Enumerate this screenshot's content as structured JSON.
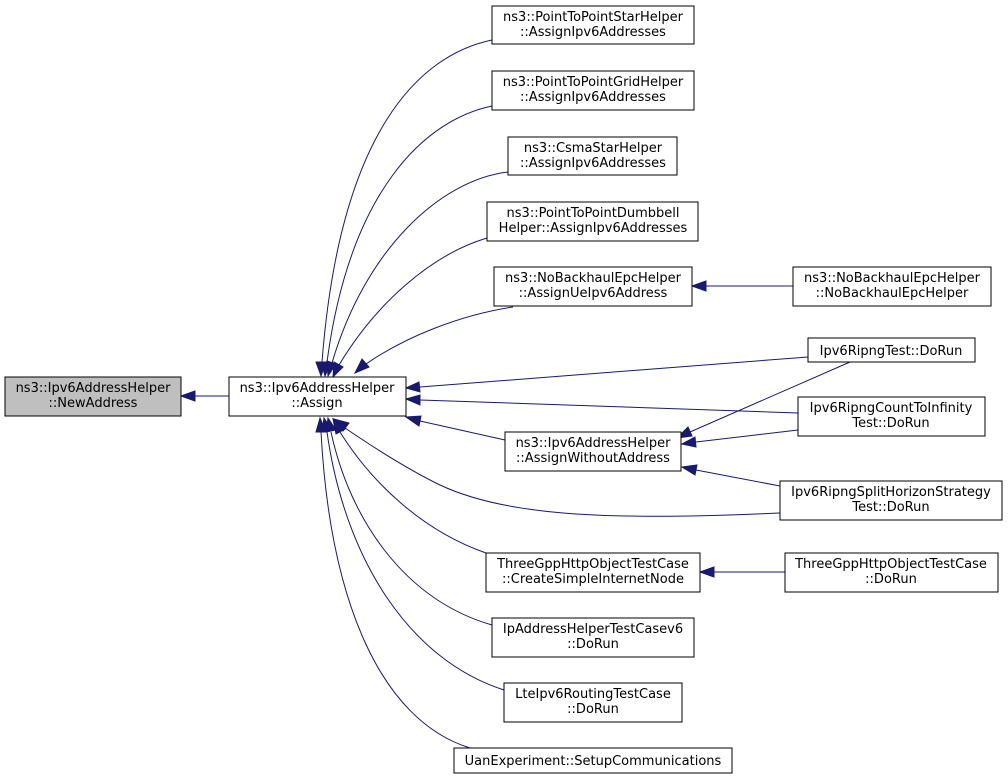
{
  "nodes": {
    "newaddress": [
      "ns3::Ipv6AddressHelper",
      "::NewAddress"
    ],
    "assign": [
      "ns3::Ipv6AddressHelper",
      "::Assign"
    ],
    "p2pstar": [
      "ns3::PointToPointStarHelper",
      "::AssignIpv6Addresses"
    ],
    "p2pgrid": [
      "ns3::PointToPointGridHelper",
      "::AssignIpv6Addresses"
    ],
    "csmastar": [
      "ns3::CsmaStarHelper",
      "::AssignIpv6Addresses"
    ],
    "p2pdumbbell": [
      "ns3::PointToPointDumbbell",
      "Helper::AssignIpv6Addresses"
    ],
    "nobackhaul_assign": [
      "ns3::NoBackhaulEpcHelper",
      "::AssignUeIpv6Address"
    ],
    "nobackhaul_ctor": [
      "ns3::NoBackhaulEpcHelper",
      "::NoBackhaulEpcHelper"
    ],
    "ripng_dorun": [
      "Ipv6RipngTest::DoRun"
    ],
    "assign_without": [
      "ns3::Ipv6AddressHelper",
      "::AssignWithoutAddress"
    ],
    "ripng_cti": [
      "Ipv6RipngCountToInfinity",
      "Test::DoRun"
    ],
    "ripng_split": [
      "Ipv6RipngSplitHorizonStrategy",
      "Test::DoRun"
    ],
    "http_create": [
      "ThreeGppHttpObjectTestCase",
      "::CreateSimpleInternetNode"
    ],
    "http_dorun": [
      "ThreeGppHttpObjectTestCase",
      "::DoRun"
    ],
    "ipaddr_v6": [
      "IpAddressHelperTestCasev6",
      "::DoRun"
    ],
    "lte_routing": [
      "LteIpv6RoutingTestCase",
      "::DoRun"
    ],
    "uan": [
      "UanExperiment::SetupCommunications"
    ]
  }
}
